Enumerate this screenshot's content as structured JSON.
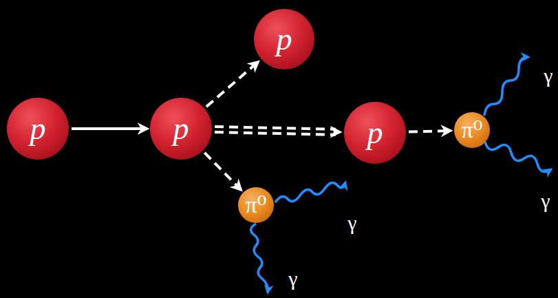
{
  "diagram": {
    "nodes": [
      {
        "text": [
          "p"
        ]
      },
      {
        "text": [
          "p"
        ]
      },
      {
        "text": [
          "p"
        ]
      },
      {
        "text": [
          "p"
        ]
      },
      {
        "text": [
          "π⁰"
        ]
      },
      {
        "text": [
          "π⁰"
        ]
      }
    ],
    "edges": [
      {
        "from": 0,
        "to": 1,
        "arrow": "to"
      },
      {
        "from": 1,
        "to": 2,
        "arrow": "to"
      },
      {
        "from": 1,
        "to": 3,
        "arrow": "to"
      },
      {
        "from": 1,
        "to": 4,
        "arrow": "to"
      },
      {
        "from": 3,
        "to": 5,
        "arrow": "to"
      }
    ],
    "labels": [
      "γ",
      "γ",
      "γ",
      "γ"
    ]
  }
}
